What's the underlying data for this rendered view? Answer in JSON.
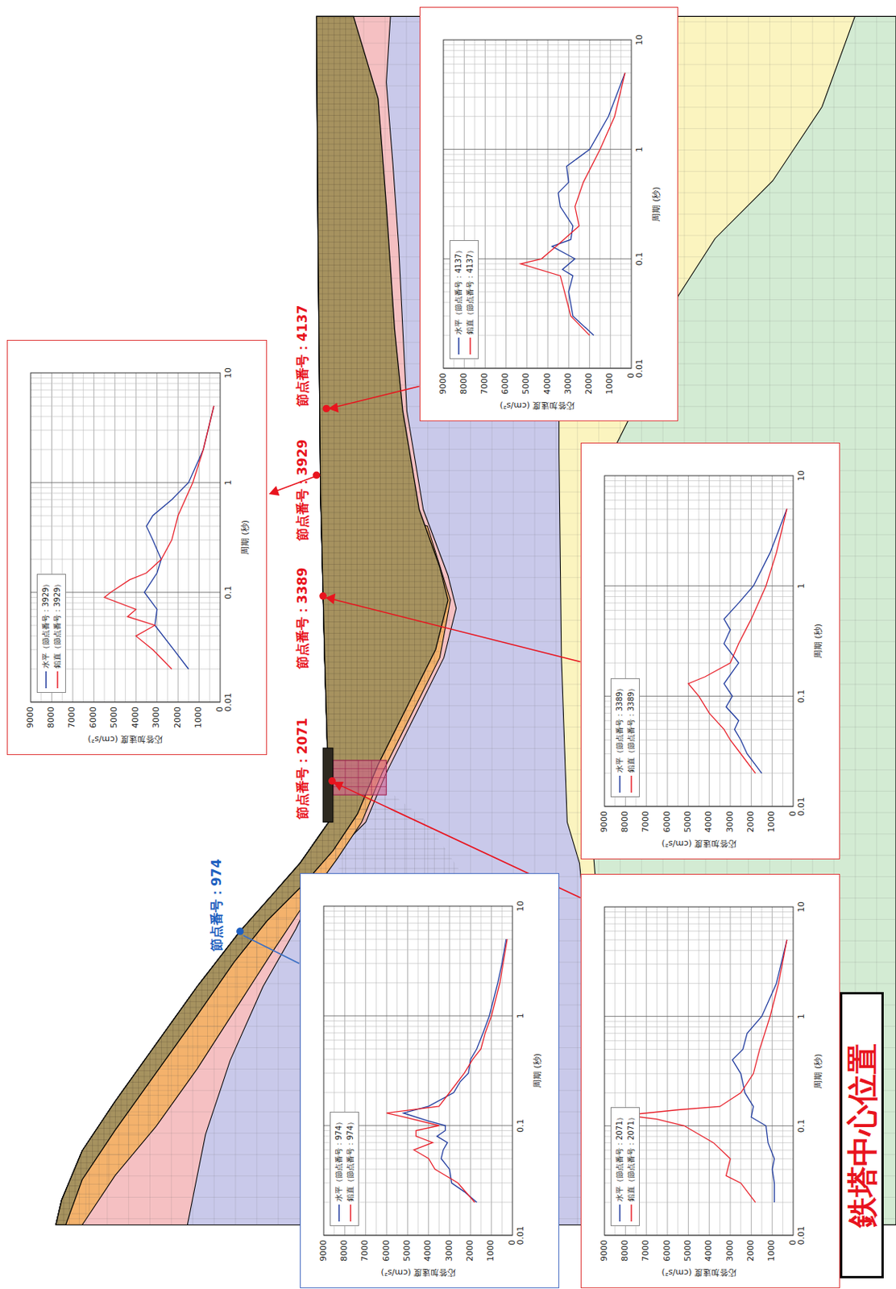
{
  "diagram": {
    "nodes": [
      {
        "text": [
          "水平（節点番号：974）",
          "鉛直（節点番号：974）",
          "9000",
          "8000",
          "7000",
          "6000",
          "5000",
          "4000",
          "3000",
          "2000",
          "1000",
          "0",
          "0.01",
          "0.1",
          "1",
          "10",
          "応答加速度 (cm/s²)",
          "周期 (秒)"
        ]
      },
      {
        "text": [
          "水平（節点番号：2071）",
          "鉛直（節点番号：2071）",
          "9000",
          "8000",
          "7000",
          "6000",
          "5000",
          "4000",
          "3000",
          "2000",
          "1000",
          "0",
          "0.01",
          "0.1",
          "1",
          "10",
          "応答加速度 (cm/s²)",
          "周期 (秒)"
        ]
      },
      {
        "text": [
          "水平（節点番号：3389）",
          "鉛直（節点番号：3389）",
          "9000",
          "8000",
          "7000",
          "6000",
          "5000",
          "4000",
          "3000",
          "2000",
          "1000",
          "0",
          "0.01",
          "0.1",
          "1",
          "10",
          "応答加速度 (cm/s²)",
          "周期 (秒)"
        ]
      },
      {
        "text": [
          "水平（節点番号：3929）",
          "鉛直（節点番号：3929）",
          "9000",
          "8000",
          "7000",
          "6000",
          "5000",
          "4000",
          "3000",
          "2000",
          "1000",
          "0",
          "0.01",
          "0.1",
          "1",
          "10",
          "応答加速度 (cm/s²)",
          "周期 (秒)"
        ]
      },
      {
        "text": [
          "水平（節点番号：4137）",
          "鉛直（節点番号：4137）",
          "9000",
          "8000",
          "7000",
          "6000",
          "5000",
          "4000",
          "3000",
          "2000",
          "1000",
          "0",
          "0.01",
          "0.1",
          "1",
          "10",
          "応答加速度 (cm/s²)",
          "周期 (秒)"
        ]
      },
      {
        "text": [
          "鉄塔中心位置"
        ]
      }
    ],
    "labels": [
      "節点番号：974",
      "節点番号：2071",
      "節点番号：3389",
      "節点番号：3929",
      "節点番号：4137"
    ]
  }
}
